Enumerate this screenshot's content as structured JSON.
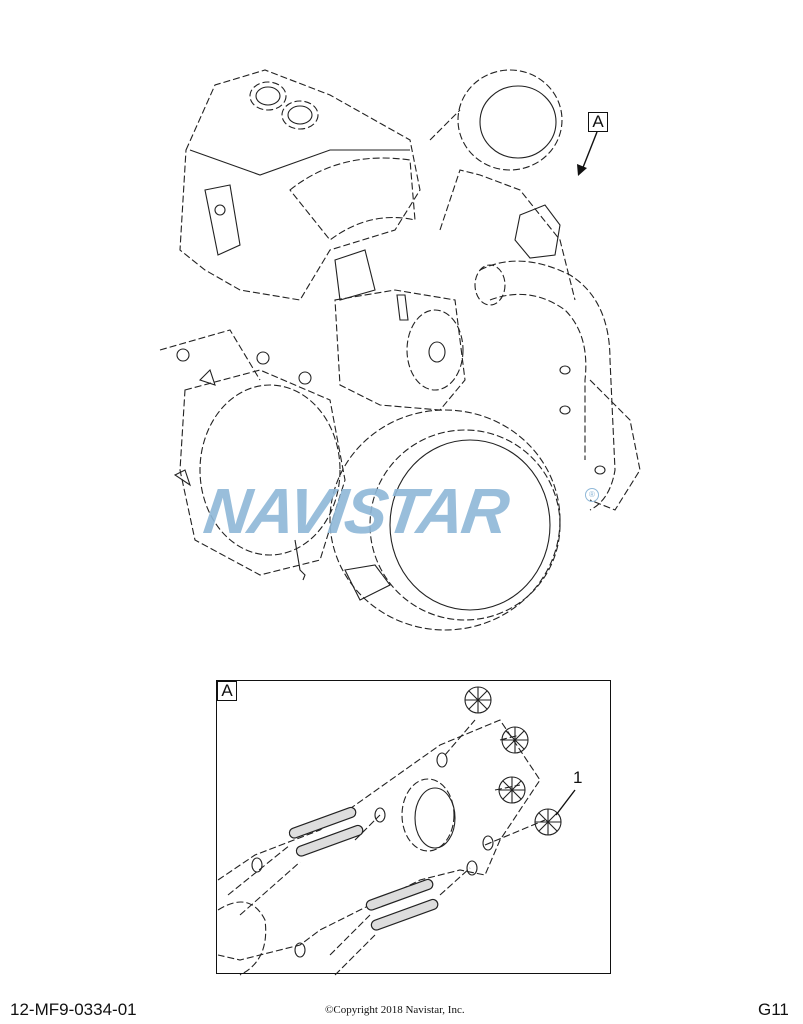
{
  "illustration": {
    "main_view": {
      "callout_label": "A",
      "description": "Turbocharger assembly isometric line drawing"
    },
    "watermark": {
      "text": "NAVISTAR",
      "registered_mark": "®",
      "color": "#8fb8d8"
    },
    "detail_view": {
      "label": "A",
      "item_callouts": [
        "1"
      ]
    }
  },
  "footer": {
    "figure_id": "12-MF9-0334-01",
    "copyright": "©Copyright 2018 Navistar, Inc.",
    "page_ref": "G11"
  }
}
